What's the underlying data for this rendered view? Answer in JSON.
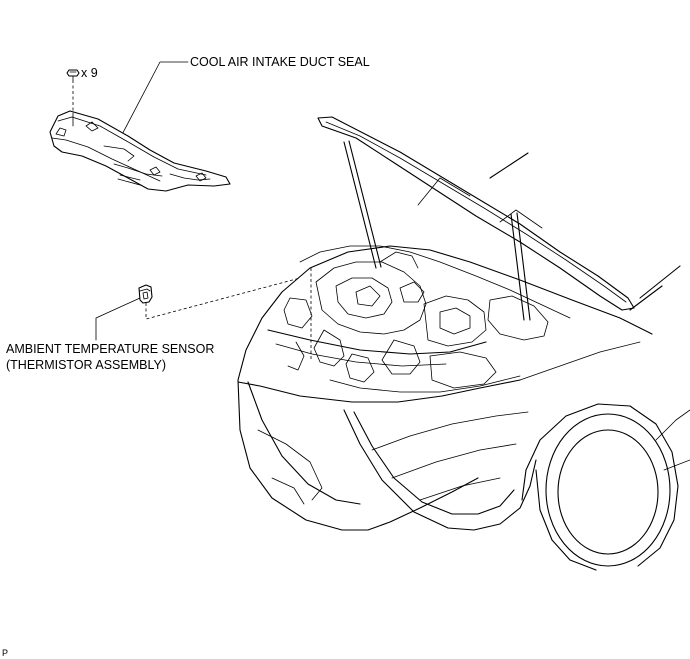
{
  "labels": {
    "seal": "COOL AIR INTAKE DUCT SEAL",
    "sensor_line1": "AMBIENT TEMPERATURE SENSOR",
    "sensor_line2": "(THERMISTOR ASSEMBLY)",
    "clip_quantity": "x 9",
    "figure_code": "P"
  },
  "icons": [
    "clip-icon"
  ]
}
